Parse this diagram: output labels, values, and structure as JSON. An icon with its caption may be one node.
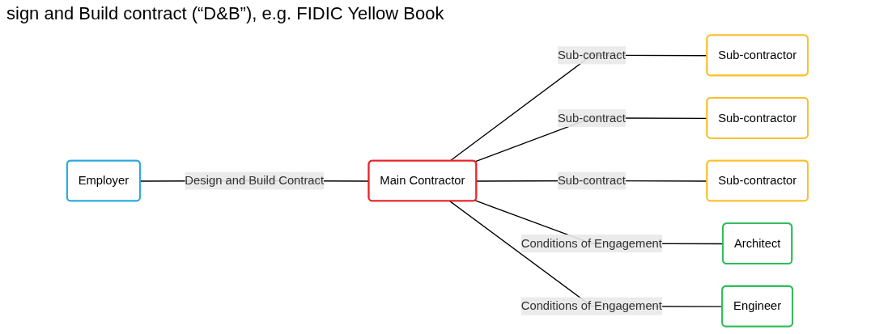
{
  "diagram": {
    "title": "sign and Build contract (“D&B”), e.g. FIDIC Yellow Book",
    "nodes": [
      {
        "text": [
          "Employer"
        ]
      },
      {
        "text": [
          "Main Contractor"
        ]
      },
      {
        "text": [
          "Sub-contractor"
        ]
      },
      {
        "text": [
          "Sub-contractor"
        ]
      },
      {
        "text": [
          "Sub-contractor"
        ]
      },
      {
        "text": [
          "Architect"
        ]
      },
      {
        "text": [
          "Engineer"
        ]
      }
    ],
    "edges": [
      {
        "from": 0,
        "to": 1,
        "arrow": "none",
        "label": "Design and Build Contract"
      },
      {
        "from": 1,
        "to": 2,
        "arrow": "none",
        "label": "Sub-contract"
      },
      {
        "from": 1,
        "to": 3,
        "arrow": "none",
        "label": "Sub-contract"
      },
      {
        "from": 1,
        "to": 4,
        "arrow": "none",
        "label": "Sub-contract"
      },
      {
        "from": 1,
        "to": 5,
        "arrow": "none",
        "label": "Conditions of Engagement"
      },
      {
        "from": 1,
        "to": 6,
        "arrow": "none",
        "label": "Conditions of Engagement"
      }
    ]
  }
}
